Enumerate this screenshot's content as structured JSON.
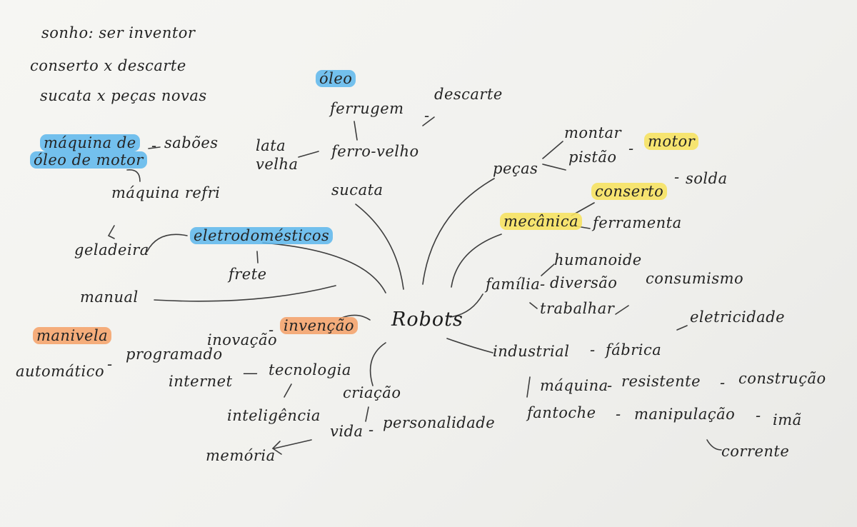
{
  "highlight_colors": {
    "blue": "#5cb6ec",
    "yellow": "#f6e262",
    "orange": "#f4a066"
  },
  "notes": {
    "line1": "sonho: ser inventor",
    "line2": "conserto x descarte",
    "line3": "sucata x peças novas"
  },
  "center": "Robots",
  "words": {
    "oleo": "óleo",
    "ferrugem": "ferrugem",
    "descarte": "descarte",
    "lata_velha_1": "lata",
    "lata_velha_2": "velha",
    "ferro_velho": "ferro-velho",
    "sucata": "sucata",
    "maquina_de": "máquina de",
    "oleo_de_motor": "óleo de motor",
    "saboes": "sabões",
    "maquina_refri": "máquina refri",
    "geladeira": "geladeira",
    "eletrodomesticos": "eletrodomésticos",
    "frete": "frete",
    "manual": "manual",
    "manivela": "manivela",
    "automatico": "automático",
    "programado": "programado",
    "inovacao": "inovação",
    "invencao": "invenção",
    "internet": "internet",
    "tecnologia": "tecnologia",
    "criacao": "criação",
    "inteligencia": "inteligência",
    "vida": "vida",
    "personalidade": "personalidade",
    "memoria": "memória",
    "pecas": "peças",
    "montar": "montar",
    "pistao": "pistão",
    "motor": "motor",
    "conserto": "conserto",
    "solda": "solda",
    "mecanica": "mecânica",
    "ferramenta": "ferramenta",
    "humanoide": "humanoide",
    "familia": "família",
    "diversao": "diversão",
    "trabalhar": "trabalhar",
    "consumismo": "consumismo",
    "eletricidade": "eletricidade",
    "industrial": "industrial",
    "fabrica": "fábrica",
    "maquina": "máquina",
    "resistente": "resistente",
    "construcao": "construção",
    "fantoche": "fantoche",
    "manipulacao": "manipulação",
    "ima": "imã",
    "corrente": "corrente"
  }
}
